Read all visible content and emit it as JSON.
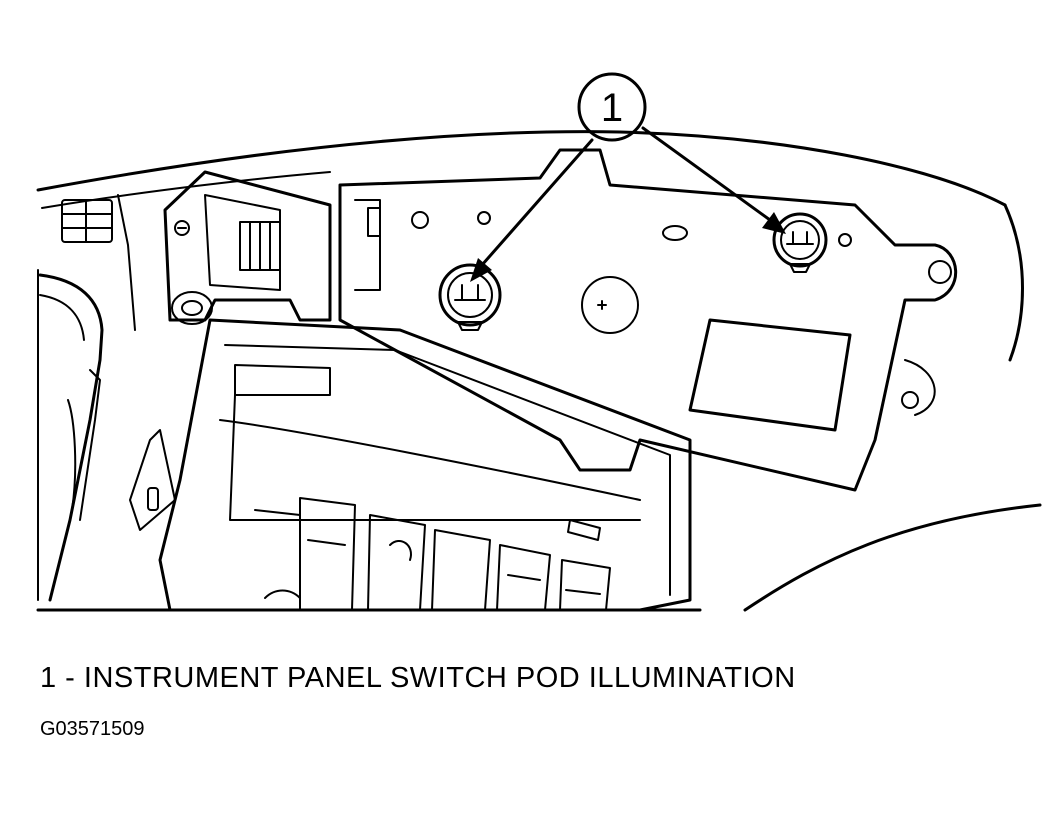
{
  "callout": {
    "number": "1"
  },
  "legend": {
    "items": [
      {
        "text": "1 - INSTRUMENT PANEL SWITCH POD ILLUMINATION"
      }
    ]
  },
  "figure_id": "G03571509"
}
